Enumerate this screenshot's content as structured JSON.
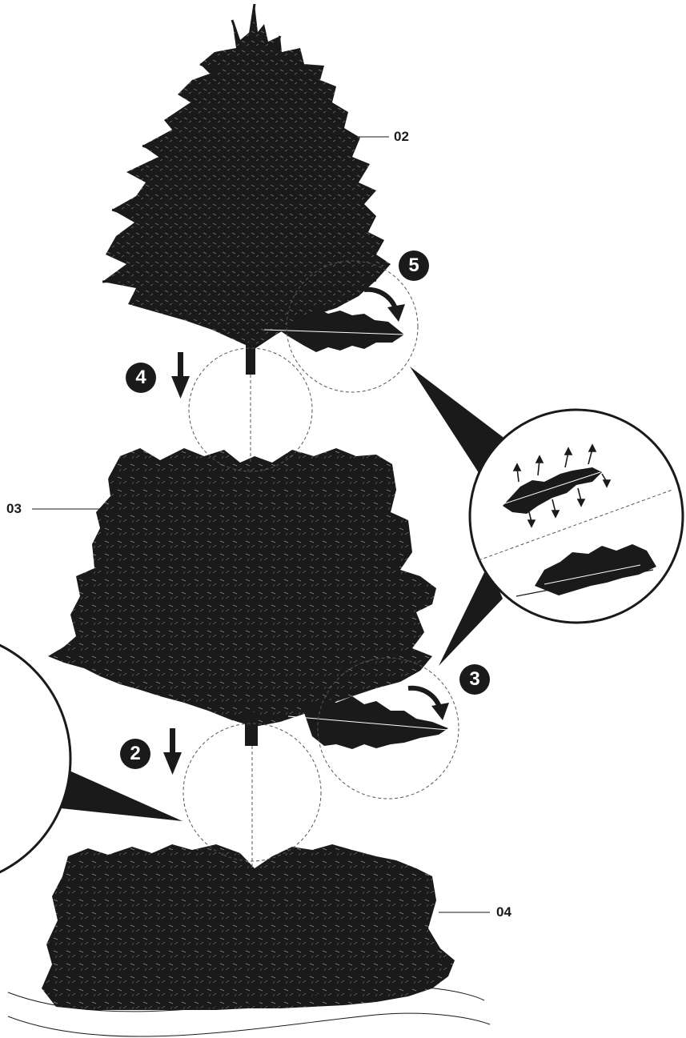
{
  "labels": {
    "section_top": "02",
    "section_middle": "03",
    "section_bottom": "04"
  },
  "steps": [
    "2",
    "3",
    "4",
    "5"
  ],
  "colors": {
    "ink": "#1a1a1a",
    "paper": "#ffffff",
    "guide": "#555555"
  },
  "icons": [
    "down-arrow-icon",
    "curved-arrow-icon",
    "branch-icon",
    "zoom-callout"
  ]
}
